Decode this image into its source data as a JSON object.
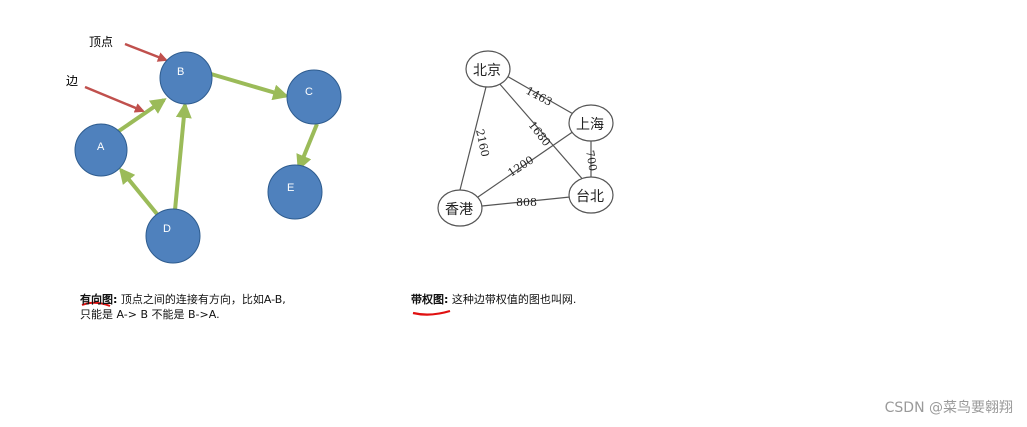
{
  "directed_graph": {
    "annotations": {
      "vertex": "顶点",
      "edge": "边"
    },
    "nodes": [
      {
        "id": "A",
        "label": "A"
      },
      {
        "id": "B",
        "label": "B"
      },
      {
        "id": "C",
        "label": "C"
      },
      {
        "id": "D",
        "label": "D"
      },
      {
        "id": "E",
        "label": "E"
      }
    ],
    "edges": [
      {
        "from": "A",
        "to": "B"
      },
      {
        "from": "B",
        "to": "C"
      },
      {
        "from": "C",
        "to": "E"
      },
      {
        "from": "D",
        "to": "A"
      },
      {
        "from": "D",
        "to": "B"
      }
    ],
    "caption_title": "有向图:",
    "caption_line1": " 顶点之间的连接有方向，比如A-B,",
    "caption_line2": "只能是 A-> B 不能是 B->A."
  },
  "weighted_graph": {
    "nodes": [
      {
        "id": "beijing",
        "label": "北京"
      },
      {
        "id": "shanghai",
        "label": "上海"
      },
      {
        "id": "taibei",
        "label": "台北"
      },
      {
        "id": "hongkong",
        "label": "香港"
      }
    ],
    "edges": [
      {
        "from": "beijing",
        "to": "shanghai",
        "weight": "1463"
      },
      {
        "from": "beijing",
        "to": "taibei",
        "weight": "1680"
      },
      {
        "from": "beijing",
        "to": "hongkong",
        "weight": "2160"
      },
      {
        "from": "shanghai",
        "to": "taibei",
        "weight": "700"
      },
      {
        "from": "shanghai",
        "to": "hongkong",
        "weight": "1200"
      },
      {
        "from": "hongkong",
        "to": "taibei",
        "weight": "808"
      }
    ],
    "caption_title": "带权图:",
    "caption_text": " 这种边带权值的图也叫网."
  },
  "colors": {
    "node_fill": "#4f81bd",
    "node_stroke": "#2e5c8f",
    "directed_edge": "#9bbb59",
    "pointer_arrow": "#c0504d",
    "underline": "#e01010"
  },
  "watermark": "CSDN @菜鸟要翱翔"
}
